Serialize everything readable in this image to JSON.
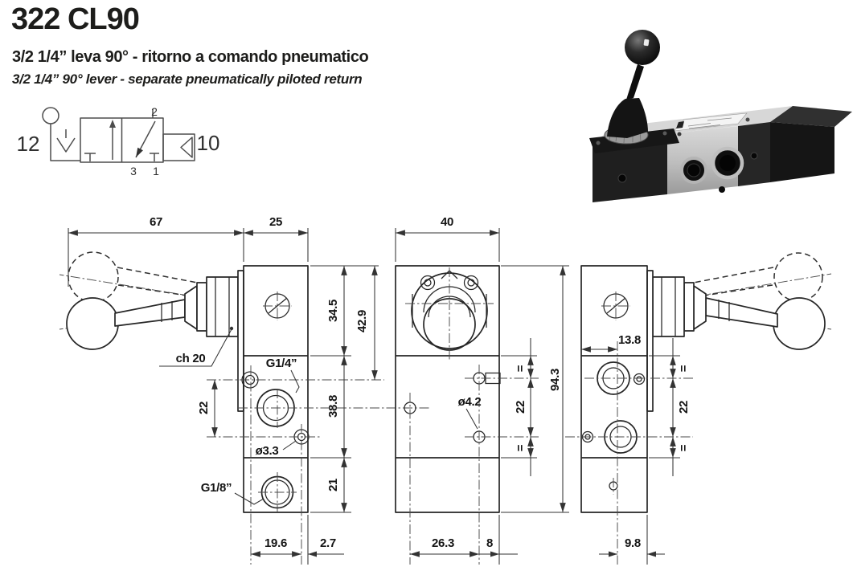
{
  "header": {
    "title": "322 CL90",
    "subtitle_it": "3/2 1/4” leva 90° - ritorno a comando pneumatico",
    "subtitle_en": "3/2 1/4” 90° lever - separate pneumatically piloted return"
  },
  "symbol": {
    "pilot_left": "12",
    "pilot_right": "10",
    "port_top": "2",
    "port_bottom_left": "3",
    "port_bottom_right": "1"
  },
  "drawings": {
    "side_left": {
      "lever_length": "67",
      "body_depth": "25",
      "top_height": "34.5",
      "axis_height": "42.9",
      "hex_size": "ch 20",
      "top_port": "G1/4”",
      "hole_spacing": "22",
      "mid_height": "38.8",
      "hole_dia": "ø3.3",
      "bottom_port": "G1/8”",
      "bottom_height": "21",
      "hole_offset": "19.6",
      "edge_offset": "2.7"
    },
    "front": {
      "body_width": "40",
      "hole_dia": "ø4.2",
      "equal_top": "=",
      "hole_spacing": "22",
      "equal_bottom": "=",
      "total_height": "94.3",
      "hole_offset": "26.3",
      "edge_offset": "8"
    },
    "side_right": {
      "port_offset": "13.8",
      "equal_top": "=",
      "hole_spacing": "22",
      "equal_bottom": "=",
      "edge_offset": "9.8"
    }
  },
  "colors": {
    "ink": "#1d1d1b",
    "dim_line": "#333333"
  }
}
